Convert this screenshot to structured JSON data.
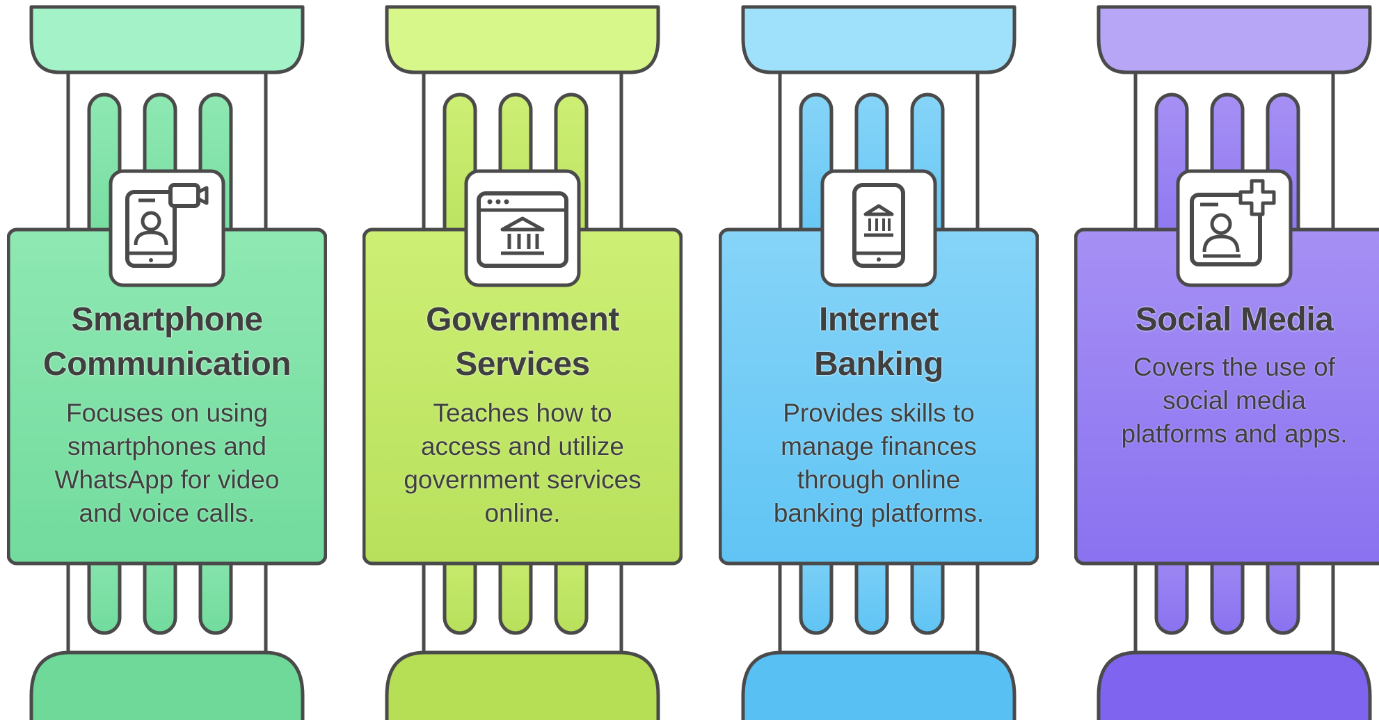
{
  "pillars": [
    {
      "title_lines": [
        "Smartphone",
        "Communication"
      ],
      "desc_lines": [
        "Focuses on using",
        "smartphones and",
        "WhatsApp for video",
        "and voice calls."
      ],
      "icon": "smartphone-video-call-icon",
      "colors": {
        "top": "#a4f2c8",
        "bottom": "#6fd99a",
        "body_top": "#8ee8b2",
        "body_bottom": "#72db9d"
      }
    },
    {
      "title_lines": [
        "Government",
        "Services"
      ],
      "desc_lines": [
        "Teaches how to",
        "access and utilize",
        "government services",
        "online."
      ],
      "icon": "government-website-icon",
      "colors": {
        "top": "#d8f78a",
        "bottom": "#b6df55",
        "body_top": "#cdef74",
        "body_bottom": "#b8e05c"
      }
    },
    {
      "title_lines": [
        "Internet",
        "Banking"
      ],
      "desc_lines": [
        "Provides skills to",
        "manage finances",
        "through online",
        "banking platforms."
      ],
      "icon": "mobile-banking-icon",
      "colors": {
        "top": "#9fe0fb",
        "bottom": "#58c0f3",
        "body_top": "#86d4f8",
        "body_bottom": "#60c4f4"
      }
    },
    {
      "title_lines": [
        "Social Media"
      ],
      "desc_lines": [
        "Covers the use of",
        "social media",
        "platforms and apps."
      ],
      "icon": "add-contact-icon",
      "colors": {
        "top": "#b7a6f6",
        "bottom": "#7e64ee",
        "body_top": "#a690f4",
        "body_bottom": "#8a72f0"
      }
    }
  ]
}
